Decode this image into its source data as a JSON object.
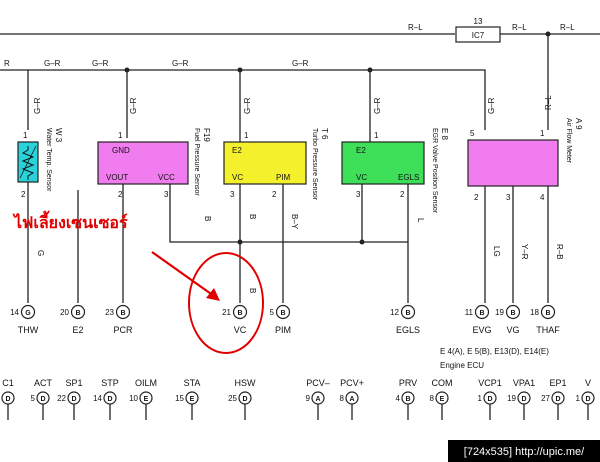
{
  "annotation": {
    "text": "ไฟเลี้ยงเซนเซอร์",
    "color": "#e00000"
  },
  "wire_labels": {
    "top_right_1": "R–L",
    "top_right_2": "R–L",
    "top_right_3": "R–L",
    "relay": "IC7",
    "relay_num": "13",
    "bus_r": "R",
    "bus_gr_1": "G–R",
    "bus_gr_2": "G–R",
    "bus_gr_3": "G–R",
    "bus_gr_4": "G–R",
    "drop_gr_1": "G–R",
    "drop_gr_2": "G–R",
    "drop_gr_3": "G–R",
    "drop_gr_4": "G–R",
    "drop_gr_5": "G–R",
    "drop_rl": "R–L",
    "w_b1": "B",
    "w_b2": "B",
    "w_by": "B–Y",
    "w_l": "L",
    "w_lg": "LG",
    "w_yr": "Y–R",
    "w_rb": "R–B",
    "w_g": "G",
    "w_b3": "B"
  },
  "sensors": {
    "water": {
      "code": "W 3",
      "name": "Water Temp. Sensor",
      "pin1": "1",
      "pin2": "2",
      "color": "#29d3d9"
    },
    "fuel": {
      "code": "F19",
      "name": "Fuel Pressure Sensor",
      "gnd": "GND",
      "vout": "VOUT",
      "vcc": "VCC",
      "pin1": "1",
      "pin2": "2",
      "pin3": "3",
      "color": "#f07cf0"
    },
    "turbo": {
      "code": "T 6",
      "name": "Turbo Pressure Sensor",
      "e2": "E2",
      "vc": "VC",
      "pim": "PIM",
      "pin1": "1",
      "pin2": "2",
      "pin3": "3",
      "color": "#f4f12c"
    },
    "egr": {
      "code": "E 8",
      "name": "EGR Valve Position Sensor",
      "e2": "E2",
      "vc": "VC",
      "egls": "EGLS",
      "pin1": "1",
      "pin2": "2",
      "pin3": "3",
      "color": "#3ee05a"
    },
    "airflow": {
      "code": "A 9",
      "name": "Air Flow Meter",
      "pin1": "1",
      "pin2": "2",
      "pin3": "3",
      "pin4": "4",
      "pin5": "5",
      "color": "#f07cf0"
    }
  },
  "ecu_terminals": {
    "t1": {
      "num": "14",
      "letter": "G",
      "name": "THW"
    },
    "t2": {
      "num": "20",
      "letter": "B",
      "name": "E2"
    },
    "t3": {
      "num": "23",
      "letter": "B",
      "name": "PCR"
    },
    "t4": {
      "num": "21",
      "letter": "B",
      "name": "VC"
    },
    "t5": {
      "num": "5",
      "letter": "B",
      "name": "PIM"
    },
    "t6": {
      "num": "12",
      "letter": "B",
      "name": "EGLS"
    },
    "t7": {
      "num": "11",
      "letter": "B",
      "name": "EVG"
    },
    "t8": {
      "num": "19",
      "letter": "B",
      "name": "VG"
    },
    "t9": {
      "num": "18",
      "letter": "B",
      "name": "THAF"
    }
  },
  "ecu": {
    "connectors": "E 4(A), E 5(B), E13(D), E14(E)",
    "name": "Engine ECU"
  },
  "bottom_terminals": {
    "b1": {
      "name": "C1",
      "num": "",
      "letter": "D"
    },
    "b2": {
      "name": "ACT",
      "num": "5",
      "letter": "D"
    },
    "b3": {
      "name": "SP1",
      "num": "22",
      "letter": "D"
    },
    "b4": {
      "name": "STP",
      "num": "14",
      "letter": "D"
    },
    "b5": {
      "name": "OILM",
      "num": "10",
      "letter": "E"
    },
    "b6": {
      "name": "STA",
      "num": "15",
      "letter": "E"
    },
    "b7": {
      "name": "HSW",
      "num": "25",
      "letter": "D"
    },
    "b8": {
      "name": "PCV–",
      "num": "9",
      "letter": "A"
    },
    "b9": {
      "name": "PCV+",
      "num": "8",
      "letter": "A"
    },
    "b10": {
      "name": "PRV",
      "num": "4",
      "letter": "B"
    },
    "b11": {
      "name": "COM",
      "num": "8",
      "letter": "E"
    },
    "b12": {
      "name": "VCP1",
      "num": "1",
      "letter": "D"
    },
    "b13": {
      "name": "VPA1",
      "num": "19",
      "letter": "D"
    },
    "b14": {
      "name": "EP1",
      "num": "27",
      "letter": "D"
    },
    "b15": {
      "name": "V",
      "num": "1",
      "letter": "D"
    }
  },
  "footer": {
    "text": "[724x535] http://upic.me/",
    "bg": "#000000"
  }
}
